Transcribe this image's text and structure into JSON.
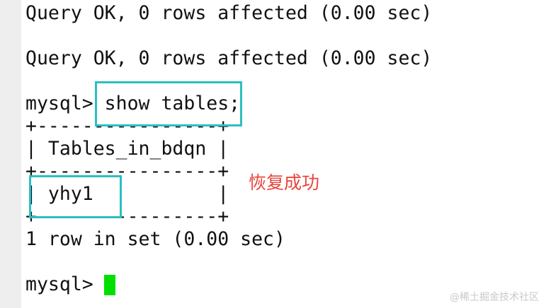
{
  "terminal": {
    "lines": [
      "Query OK, 0 rows affected (0.00 sec)",
      "",
      "Query OK, 0 rows affected (0.00 sec)",
      "",
      "mysql> show tables;",
      "+----------------+",
      "| Tables_in_bdqn |",
      "+----------------+",
      "| yhy1           |",
      "+----------------+",
      "1 row in set (0.00 sec)",
      "",
      "mysql> "
    ],
    "cursor_color": "#00e000"
  },
  "annotation": {
    "text": "恢复成功",
    "color": "#e8453c"
  },
  "highlight_color": "#2bbfc1",
  "watermark": "@稀土掘金技术社区"
}
